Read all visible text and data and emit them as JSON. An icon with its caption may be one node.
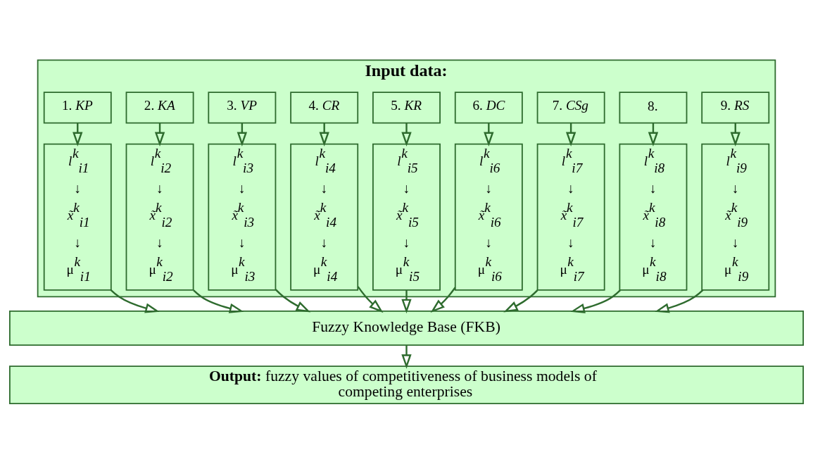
{
  "diagram": {
    "nodes": [
      {
        "text": [
          "Input data:"
        ]
      },
      {
        "text": [
          "1. *KP*"
        ],
        "in": 0
      },
      {
        "text": [
          "2. *KA*"
        ],
        "in": 0
      },
      {
        "text": [
          "3. *VP*"
        ],
        "in": 0
      },
      {
        "text": [
          "4. *CR*"
        ],
        "in": 0
      },
      {
        "text": [
          "5. *KR*"
        ],
        "in": 0
      },
      {
        "text": [
          "6. *DC*"
        ],
        "in": 0
      },
      {
        "text": [
          "7. *CSg*"
        ],
        "in": 0
      },
      {
        "text": [
          "8."
        ],
        "in": 0
      },
      {
        "text": [
          "9. *RS*"
        ],
        "in": 0
      },
      {
        "text": [
          "*l*$^{k}$$_{i1}$",
          "↓",
          "*x̃*$^{k}$$_{i1}$",
          "↓",
          "μ$^{k}$$_{i1}$"
        ],
        "in": 0
      },
      {
        "text": [
          "*l*$^{k}$$_{i2}$",
          "↓",
          "*x̃*$^{k}$$_{i2}$",
          "↓",
          "μ$^{k}$$_{i2}$"
        ],
        "in": 0
      },
      {
        "text": [
          "*l*$^{k}$$_{i3}$",
          "↓",
          "*x̃*$^{k}$$_{i3}$",
          "↓",
          "μ$^{k}$$_{i3}$"
        ],
        "in": 0
      },
      {
        "text": [
          "*l*$^{k}$$_{i4}$",
          "↓",
          "*x̃*$^{k}$$_{i4}$",
          "↓",
          "μ$^{k}$$_{i4}$"
        ],
        "in": 0
      },
      {
        "text": [
          "*l*$^{k}$$_{i5}$",
          "↓",
          "*x̃*$^{k}$$_{i5}$",
          "↓",
          "μ$^{k}$$_{i5}$"
        ],
        "in": 0
      },
      {
        "text": [
          "*l*$^{k}$$_{i6}$",
          "↓",
          "*x̃*$^{k}$$_{i6}$",
          "↓",
          "μ$^{k}$$_{i6}$"
        ],
        "in": 0
      },
      {
        "text": [
          "*l*$^{k}$$_{i7}$",
          "↓",
          "*x̃*$^{k}$$_{i7}$",
          "↓",
          "μ$^{k}$$_{i7}$"
        ],
        "in": 0
      },
      {
        "text": [
          "*l*$^{k}$$_{i8}$",
          "↓",
          "*x̃*$^{k}$$_{i8}$",
          "↓",
          "μ$^{k}$$_{i8}$"
        ],
        "in": 0
      },
      {
        "text": [
          "*l*$^{k}$$_{i9}$",
          "↓",
          "*x̃*$^{k}$$_{i9}$",
          "↓",
          "μ$^{k}$$_{i9}$"
        ],
        "in": 0
      },
      {
        "text": [
          "Fuzzy Knowledge Base (FKB)"
        ]
      },
      {
        "text": [
          "**Output:**  fuzzy values of competitiveness of business models of competing enterprises"
        ]
      }
    ],
    "edges": [
      {
        "from": 1,
        "to": 10,
        "arrow": "to"
      },
      {
        "from": 2,
        "to": 11,
        "arrow": "to"
      },
      {
        "from": 3,
        "to": 12,
        "arrow": "to"
      },
      {
        "from": 4,
        "to": 13,
        "arrow": "to"
      },
      {
        "from": 5,
        "to": 14,
        "arrow": "to"
      },
      {
        "from": 6,
        "to": 15,
        "arrow": "to"
      },
      {
        "from": 7,
        "to": 16,
        "arrow": "to"
      },
      {
        "from": 8,
        "to": 17,
        "arrow": "to"
      },
      {
        "from": 9,
        "to": 18,
        "arrow": "to"
      },
      {
        "from": 10,
        "to": 19,
        "arrow": "to"
      },
      {
        "from": 11,
        "to": 19,
        "arrow": "to"
      },
      {
        "from": 12,
        "to": 19,
        "arrow": "to"
      },
      {
        "from": 13,
        "to": 19,
        "arrow": "to"
      },
      {
        "from": 14,
        "to": 19,
        "arrow": "to"
      },
      {
        "from": 15,
        "to": 19,
        "arrow": "to"
      },
      {
        "from": 16,
        "to": 19,
        "arrow": "to"
      },
      {
        "from": 17,
        "to": 19,
        "arrow": "to"
      },
      {
        "from": 18,
        "to": 19,
        "arrow": "to"
      },
      {
        "from": 19,
        "to": 20,
        "arrow": "to"
      }
    ]
  }
}
